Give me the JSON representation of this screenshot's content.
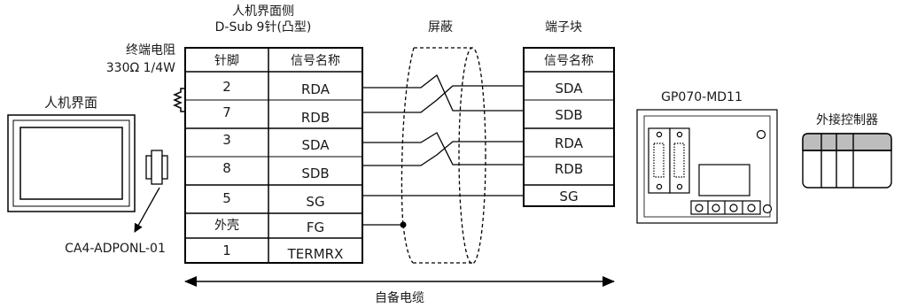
{
  "header": {
    "hmi_side_line1": "人机界面侧",
    "hmi_side_line2": "D-Sub 9针(凸型)",
    "shield": "屏蔽",
    "terminal_block": "端子块"
  },
  "resistor": {
    "label": "终端电阻",
    "value": "330Ω 1/4W"
  },
  "hmi": {
    "label": "人机界面"
  },
  "adapter": {
    "label": "CA4-ADPONL-01"
  },
  "left_table": {
    "col_pin": "针脚",
    "col_signal": "信号名称",
    "rows": [
      {
        "pin": "2",
        "signal": "RDA"
      },
      {
        "pin": "7",
        "signal": "RDB"
      },
      {
        "pin": "3",
        "signal": "SDA"
      },
      {
        "pin": "8",
        "signal": "SDB"
      },
      {
        "pin": "5",
        "signal": "SG"
      },
      {
        "pin": "外壳",
        "signal": "FG"
      },
      {
        "pin": "1",
        "signal": "TERMRX"
      }
    ]
  },
  "right_table": {
    "col_signal": "信号名称",
    "rows": [
      "SDA",
      "SDB",
      "RDA",
      "RDB",
      "SG"
    ]
  },
  "module": {
    "label": "GP070-MD11"
  },
  "controller": {
    "label": "外接控制器"
  },
  "cable": {
    "label": "自备电缆"
  }
}
